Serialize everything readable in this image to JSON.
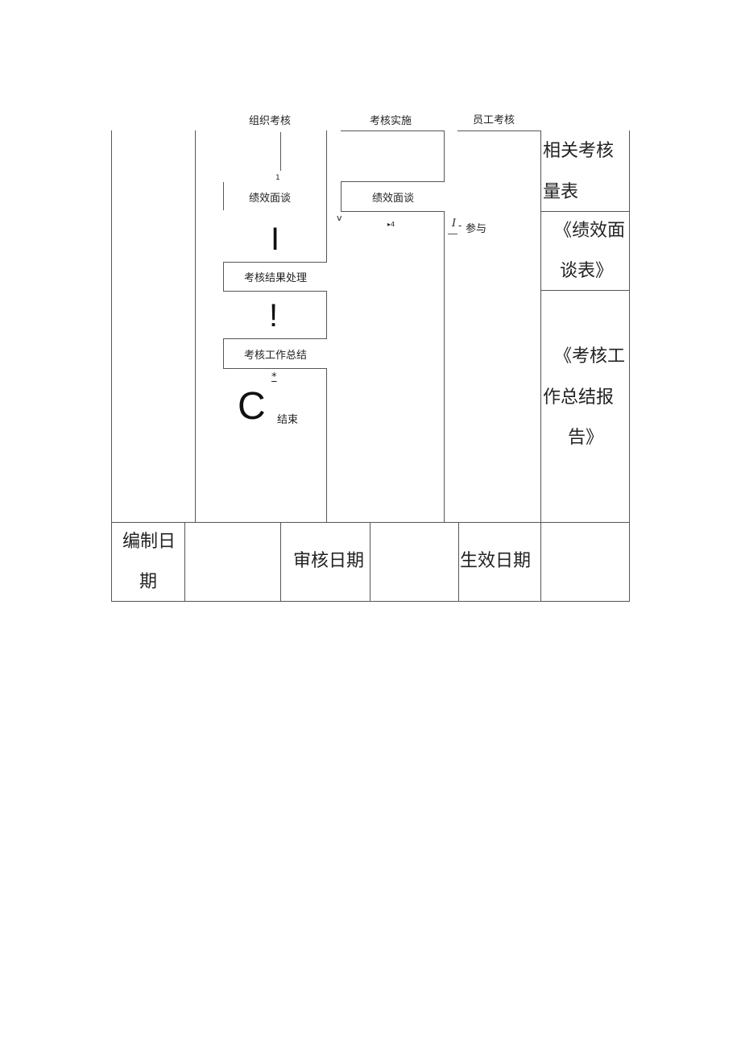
{
  "headers": {
    "org": "组织考核",
    "impl": "考核实施",
    "staff": "员工考核"
  },
  "flow": {
    "interview_left": "绩效面谈",
    "interview_mid": "绩效面谈",
    "result_handling": "考核结果处理",
    "work_summary": "考核工作总结",
    "end": "结束",
    "participate": "参与",
    "marks": {
      "one": "1",
      "bar": "I",
      "exclaim": "!",
      "star": "*",
      "circle": "C",
      "v": "v",
      "arrow4": "▸4",
      "italic_i": "I",
      "dash": "-"
    }
  },
  "forms": {
    "related_line1": "相关考核",
    "related_line2": "量表",
    "interview_line1": "《绩效面",
    "interview_line2": "谈表》",
    "summary_line1": "《考核工",
    "summary_line2": "作总结报",
    "summary_line3": "告》"
  },
  "footer": {
    "compile_line1": "编制日",
    "compile_line2": "期",
    "review": "审核日期",
    "effective": "生效日期"
  }
}
